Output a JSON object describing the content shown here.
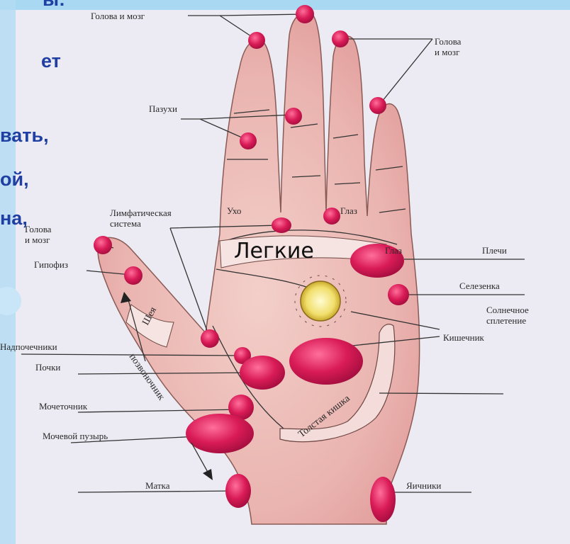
{
  "slide_text": {
    "line1": "ы:",
    "line2": "ет",
    "line3": "вать,",
    "line4": "ой,",
    "line5": "на,"
  },
  "labels": {
    "head_brain_top": "Голова и мозг",
    "head_brain_right_1": "Голова",
    "head_brain_right_2": "и мозг",
    "sinuses": "Пазухи",
    "lymph_1": "Лимфатическая",
    "lymph_2": "система",
    "ear": "Ухо",
    "eye_top": "Глаз",
    "eye_side": "Глаз",
    "head_brain_left_1": "Голова",
    "head_brain_left_2": "и мозг",
    "pituitary": "Гипофиз",
    "lungs": "Легкие",
    "shoulders": "Плечи",
    "spleen": "Селезенка",
    "solar_1": "Солнечное",
    "solar_2": "сплетение",
    "intestine": "Кишечник",
    "neck": "Шея",
    "adrenals": "Надпочечники",
    "kidneys": "Почки",
    "spine": "позвоночник",
    "ureter": "Мочеточник",
    "bladder": "Мочевой пузырь",
    "colon": "Толстая кишка",
    "uterus": "Матка",
    "ovaries": "Яичники"
  },
  "colors": {
    "background": "#eceaf2",
    "frame": "#9fd3ef",
    "skin": "#efc3bf",
    "point": "#d41f5a",
    "solar": "#f2e27a",
    "slide_text": "#1f3fa3"
  }
}
